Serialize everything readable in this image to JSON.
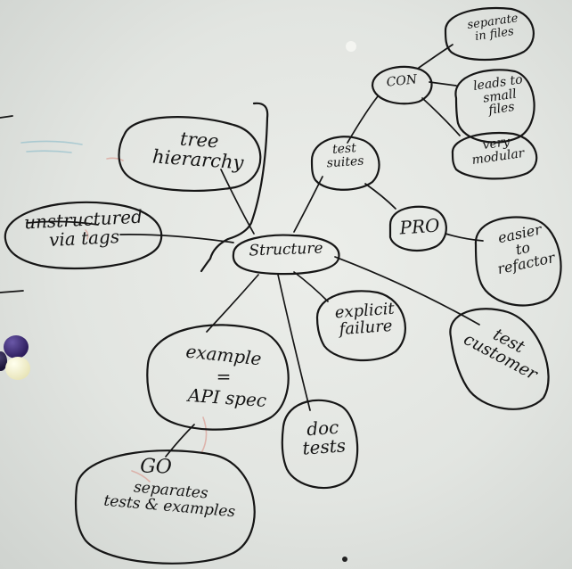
{
  "nodes": {
    "structure": "Structure",
    "tree": "tree\nhierarchy",
    "unstructured": "unstructured\nvia tags",
    "test_suites": "test\nsuites",
    "con": "CON",
    "separate": "separate\nin files",
    "leads": "leads to\nsmall\nfiles",
    "modular": "very\nmodular",
    "pro": "PRO",
    "easier": "easier\nto\nrefactor",
    "explicit": "explicit\nfailure",
    "test_customer": "test\ncustomer",
    "example": "example",
    "equals": "=",
    "api_spec": "API spec",
    "doc_tests": "doc\ntests",
    "go": "GO",
    "go_sub": "separates\ntests & examples"
  },
  "colors": {
    "ink": "#161616",
    "board": "#e6e8e4",
    "ghost_red": "#d88a80",
    "ghost_blue": "#7fb6c6",
    "magnet_purple": "#2e1e5e",
    "magnet_cream": "#f1efcc"
  }
}
